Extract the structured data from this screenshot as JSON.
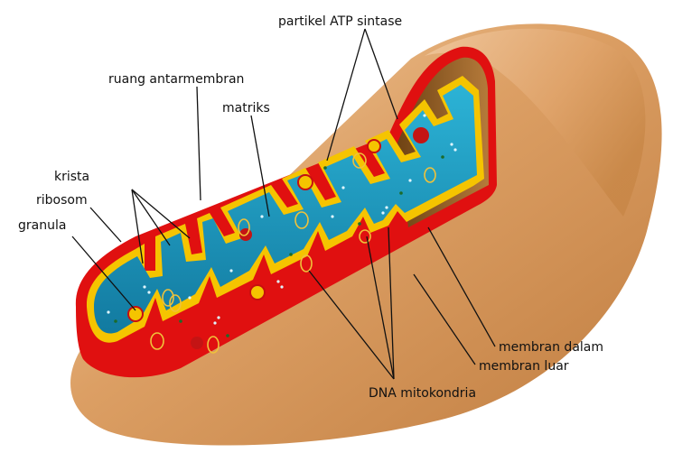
{
  "labels": {
    "atp_synthase": "partikel ATP sintase",
    "intermembrane_space": "ruang antarmembran",
    "matrix": "matriks",
    "crista": "krista",
    "ribosome": "ribosom",
    "granule": "granula",
    "inner_membrane": "membran dalam",
    "outer_membrane": "membran luar",
    "mito_dna": "DNA mitokondria"
  },
  "colors": {
    "outer_membrane_tan": "#d9995e",
    "outer_membrane_light": "#f0c89e",
    "intermembrane_red": "#e01010",
    "inner_membrane_yellow": "#f5c400",
    "matrix_blue": "#1f9ec2",
    "matrix_deep": "#0f6f93",
    "cut_brown": "#9c6326"
  }
}
